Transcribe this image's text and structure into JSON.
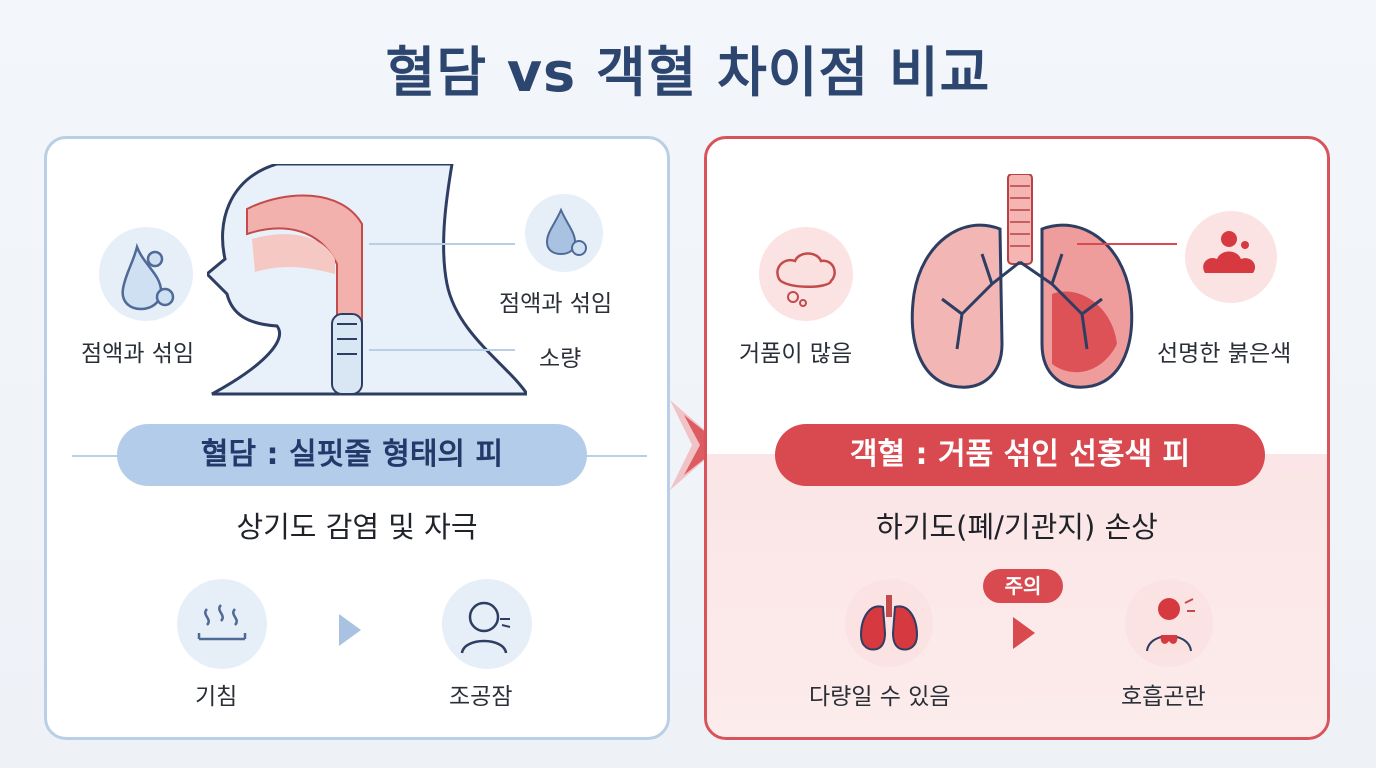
{
  "title": "혈담 vs 객혈 차이점 비교",
  "left": {
    "icon_labels": {
      "mucus_left": "점액과 섞임",
      "mucus_right": "점액과 섞임",
      "small_amount": "소량"
    },
    "banner": "혈담 : 실핏줄 형태의 피",
    "subtitle": "상기도 감염 및 자극",
    "flow": {
      "step1": "기침",
      "step2": "조공잠"
    }
  },
  "right": {
    "icon_labels": {
      "foamy": "거품이 많음",
      "bright_red": "선명한 붉은색"
    },
    "banner": "객혈 : 거품 섞인 선홍색 피",
    "subtitle": "하기도(폐/기관지) 손상",
    "caution": "주의",
    "flow": {
      "step1": "다량일 수 있음",
      "step2": "호흡곤란"
    }
  },
  "colors": {
    "title": "#2c4670",
    "blue_accent": "#b3ccea",
    "red_accent": "#d84a4f"
  }
}
